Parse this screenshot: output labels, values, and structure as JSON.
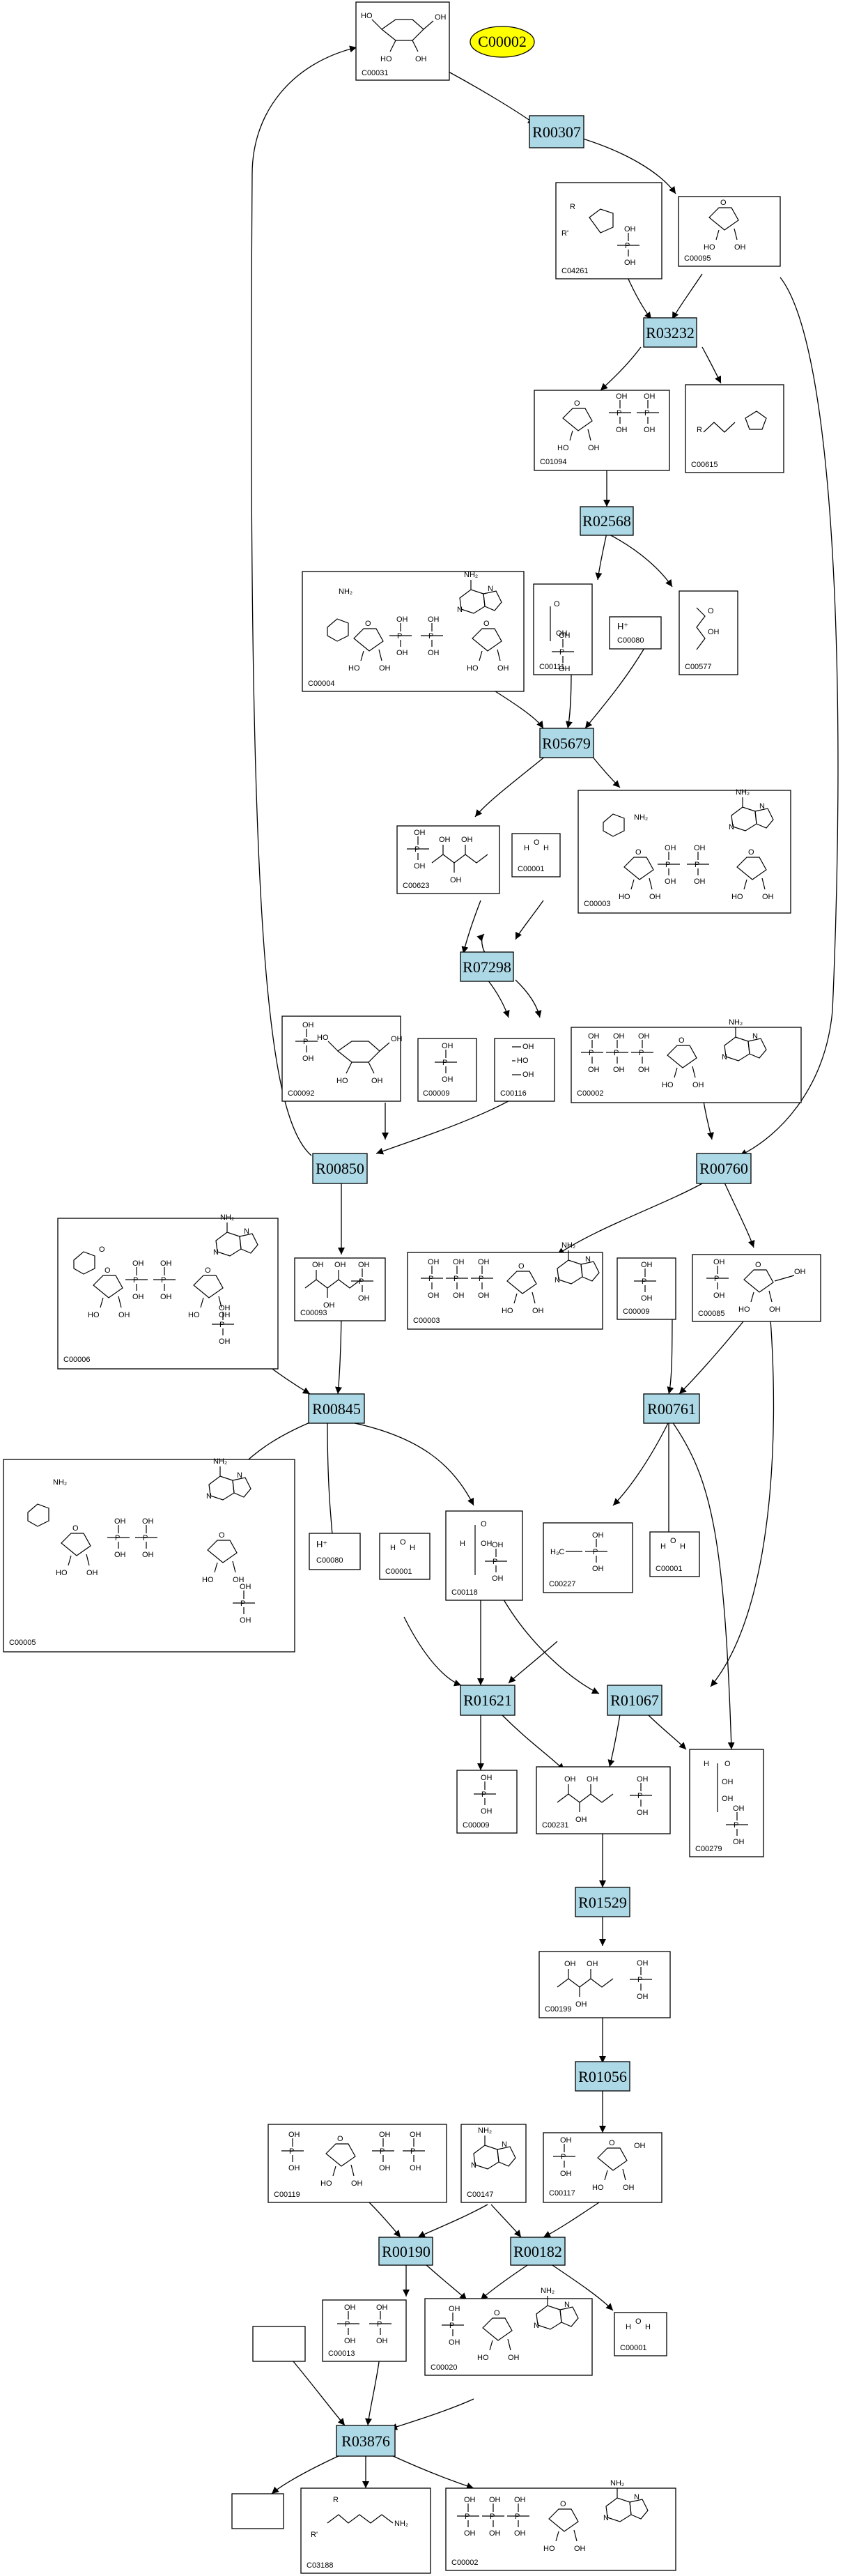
{
  "highlight": {
    "id": "C00002",
    "color": "#ffff00"
  },
  "colors": {
    "reaction": "#add8e6",
    "compound": "#ffffff"
  },
  "reactions": {
    "R00307": "R00307",
    "R03232": "R03232",
    "R02568": "R02568",
    "R05679": "R05679",
    "R07298": "R07298",
    "R00850": "R00850",
    "R00760": "R00760",
    "R00845": "R00845",
    "R00761": "R00761",
    "R01621": "R01621",
    "R01067": "R01067",
    "R01529": "R01529",
    "R01056": "R01056",
    "R00190": "R00190",
    "R00182": "R00182",
    "R03876": "R03876"
  },
  "compounds": {
    "C00031": "C00031",
    "C04261": "C04261",
    "C00095": "C00095",
    "C01094": "C01094",
    "C00615": "C00615",
    "C00004": "C00004",
    "C00111": "C00111",
    "C00080": "C00080",
    "C00577": "C00577",
    "C00623": "C00623",
    "C00001": "C00001",
    "C00003": "C00003",
    "C00009": "C00009",
    "C00116": "C00116",
    "C00092": "C00092",
    "C00002": "C00002",
    "C00006": "C00006",
    "C00093": "C00093",
    "C00085": "C00085",
    "C00005": "C00005",
    "C00118": "C00118",
    "C00227": "C00227",
    "C00231": "C00231",
    "C00279": "C00279",
    "C00199": "C00199",
    "C00119": "C00119",
    "C00147": "C00147",
    "C00117": "C00117",
    "C00013": "C00013",
    "C00020": "C00020",
    "C03188": "C03188"
  },
  "hplus_label": "H⁺"
}
